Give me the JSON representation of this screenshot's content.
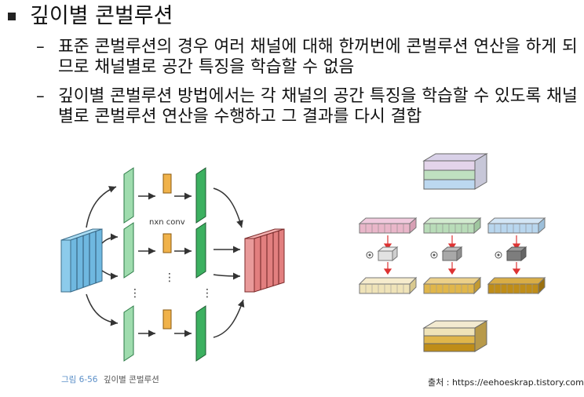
{
  "heading": "깊이별 콘벌루션",
  "bullets": [
    {
      "dash": "–",
      "text": "표준 콘벌루션의 경우 여러 채널에 대해 한꺼번에 콘벌루션 연산을 하게 되므로 채널별로 공간 특징을 학습할 수 없음"
    },
    {
      "dash": "–",
      "text": "깊이별 콘벌루션 방법에서는 각 채널의 공간 특징을 학습할 수 있도록 채널별로 콘벌루션 연산을 수행하고 그 결과를 다시 결합"
    }
  ],
  "figure_left": {
    "conv_label": "nxn conv",
    "caption_num": "그림 6-56",
    "caption_text": "깊이별 콘벌루션"
  },
  "source": "출처 : https://eehoeskrap.tistory.com",
  "colors": {
    "input_blue": "#7ec3e6",
    "channel_green": "#8dd0a0",
    "conv_green": "#3aa85a",
    "kernel_orange": "#e8a43a",
    "output_red": "#e88a8a",
    "pink": "#e9b6c9",
    "mint": "#b8dcb8",
    "lightblue": "#b8d6ee",
    "cream": "#efe3b8",
    "gold": "#e0b64a",
    "darkgold": "#bf8d18"
  }
}
